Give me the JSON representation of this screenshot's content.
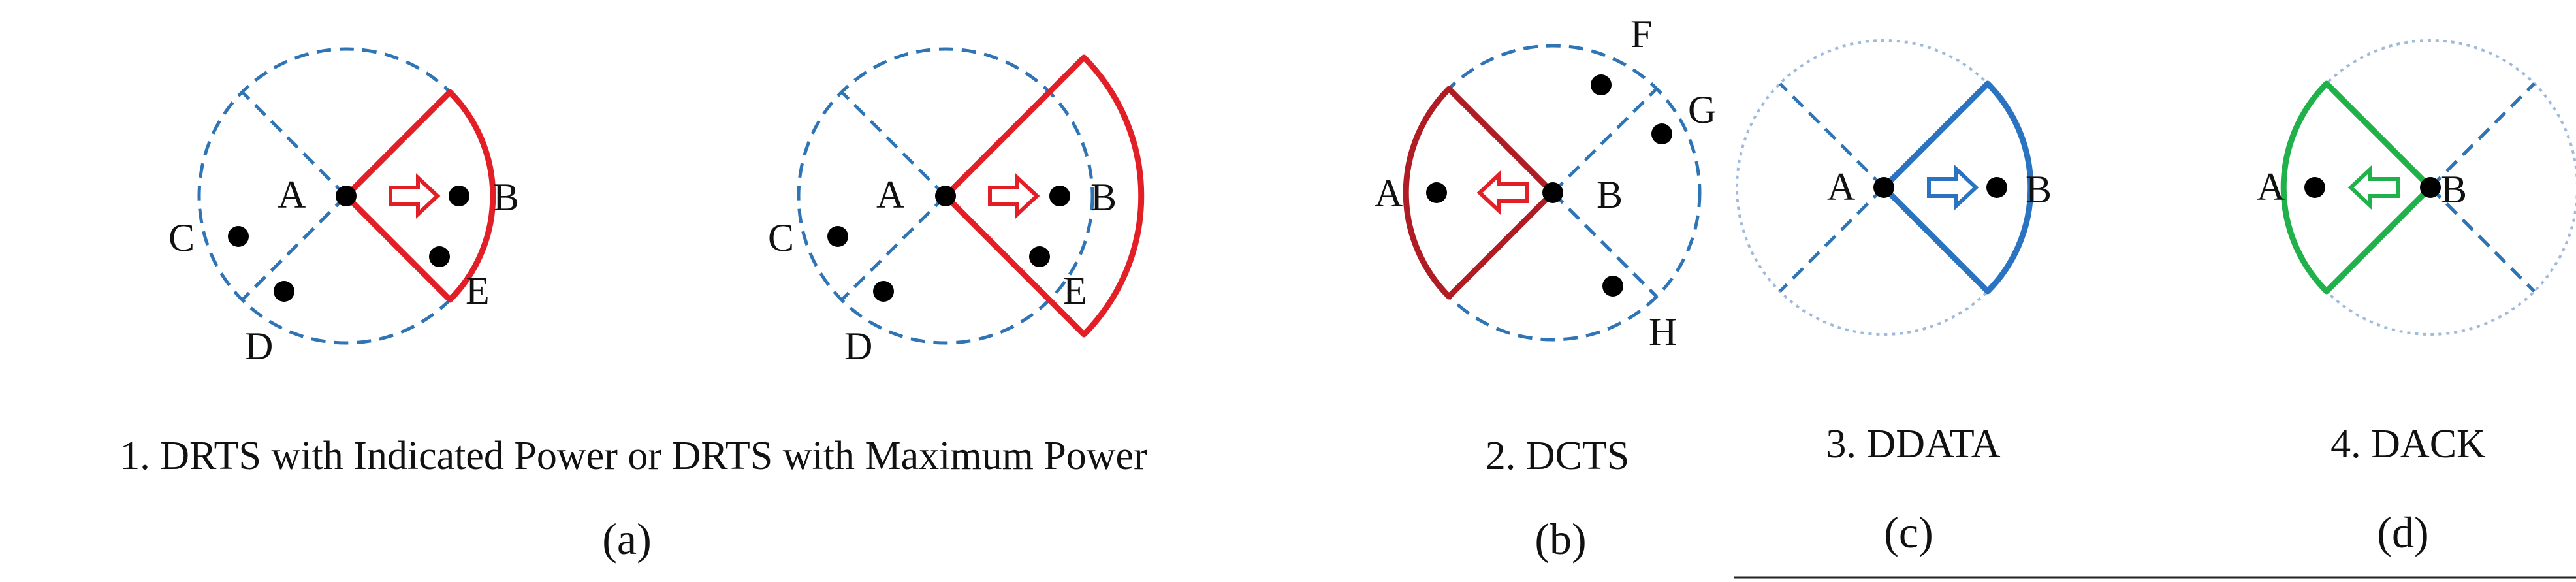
{
  "colors": {
    "dashed_circle": "#2f74b5",
    "dotted_circle": "#9fbadb",
    "sector_red": "#e21f26",
    "sector_darkred": "#b01c24",
    "sector_blue": "#2a73c0",
    "sector_green": "#21b14b",
    "node": "#000000"
  },
  "panels": {
    "a1": {
      "nodes": {
        "A": "A",
        "B": "B",
        "C": "C",
        "D": "D",
        "E": "E"
      },
      "arrow": "right-arrow"
    },
    "a2": {
      "nodes": {
        "A": "A",
        "B": "B",
        "C": "C",
        "D": "D",
        "E": "E"
      },
      "arrow": "right-arrow"
    },
    "b": {
      "nodes": {
        "A": "A",
        "B": "B",
        "F": "F",
        "G": "G",
        "H": "H"
      },
      "arrow": "left-arrow"
    },
    "c": {
      "nodes": {
        "A": "A",
        "B": "B"
      },
      "arrow": "right-arrow"
    },
    "d": {
      "nodes": {
        "A": "A",
        "B": "B"
      },
      "arrow": "left-arrow"
    }
  },
  "captions": {
    "a": "1. DRTS with Indicated Power or DRTS with Maximum Power",
    "b": "2. DCTS",
    "c": "3. DDATA",
    "d": "4. DACK"
  },
  "sublabels": {
    "a": "(a)",
    "b": "(b)",
    "c": "(c)",
    "d": "(d)"
  }
}
